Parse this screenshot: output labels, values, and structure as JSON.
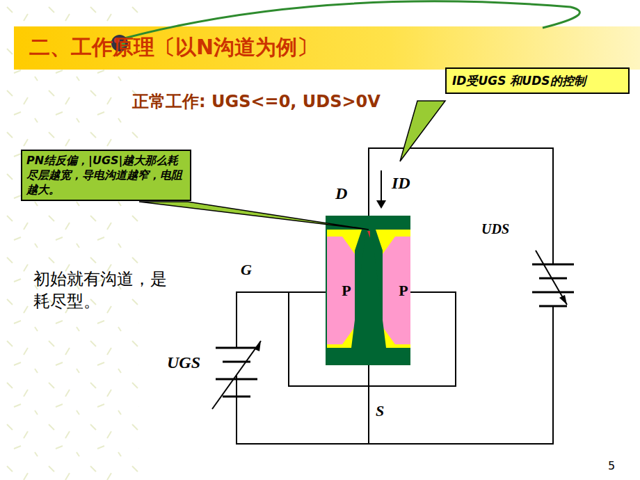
{
  "diagram": {
    "title": "二、工作原理〔以N沟道为例〕",
    "nodes": [
      {
        "text": [
          "PN结反偏，|UGS|越大那么耗尽层越宽，导电沟道越窄，电阻越大。"
        ]
      },
      {
        "text": [
          "ID受UGS 和UDS的控制"
        ]
      },
      {
        "text": [
          "P"
        ]
      },
      {
        "text": [
          "P"
        ]
      }
    ],
    "labels": [
      "正常工作: UGS<=0, UDS>0V",
      "初始就有沟道，是耗尽型。",
      "D",
      "ID",
      "UDS",
      "G",
      "UGS",
      "S",
      "5"
    ]
  }
}
